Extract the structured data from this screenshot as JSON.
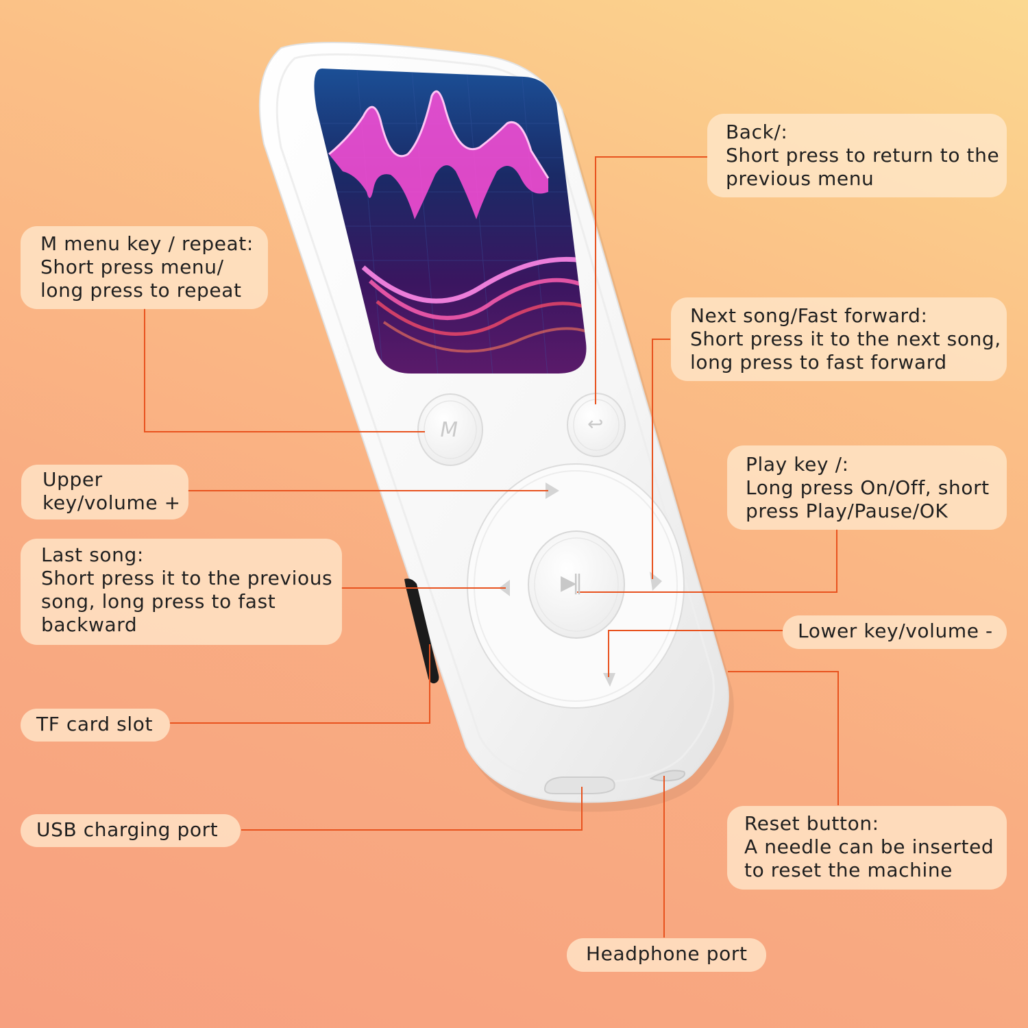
{
  "colors": {
    "leader_line": "#e8521e",
    "callout_bg": "#ffe8cc",
    "device_body": "#fdfdfd",
    "screen_accent": "#ff4fd8"
  },
  "callouts": {
    "back": {
      "lines": [
        "Back/:",
        "Short press to return to the",
        "previous menu"
      ]
    },
    "menu": {
      "lines": [
        "M menu key / repeat:",
        "Short press menu/",
        "long press to repeat"
      ]
    },
    "next": {
      "lines": [
        "Next song/Fast forward:",
        "Short press it to the next song,",
        "long press to fast forward"
      ]
    },
    "upper": {
      "lines": [
        "Upper",
        "key/volume +"
      ]
    },
    "play": {
      "lines": [
        "Play key /:",
        "Long press On/Off, short",
        "press Play/Pause/OK"
      ]
    },
    "last": {
      "lines": [
        "Last song:",
        "Short press it to the previous",
        "song, long press to fast",
        "backward"
      ]
    },
    "lower": {
      "lines": [
        "Lower key/volume -"
      ]
    },
    "tf": {
      "lines": [
        "TF card slot"
      ]
    },
    "reset": {
      "lines": [
        "Reset button:",
        "A needle can be inserted",
        "to reset the machine"
      ]
    },
    "usb": {
      "lines": [
        "USB charging port"
      ]
    },
    "headphone": {
      "lines": [
        "Headphone port"
      ]
    }
  },
  "device": {
    "menu_key_glyph": "M",
    "back_key_glyph": "↩",
    "play_key_glyph": "▶‖"
  }
}
